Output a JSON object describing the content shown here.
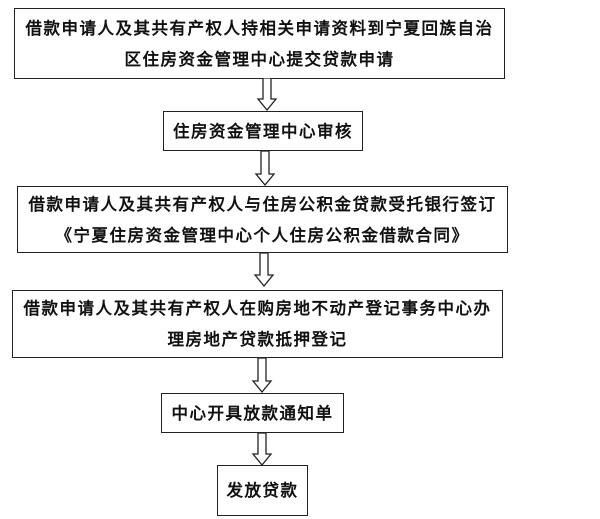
{
  "flowchart": {
    "steps": [
      {
        "lines": [
          "借款申请人及其共有产权人持相关申请资料到宁夏回族自治",
          "区住房资金管理中心提交贷款申请"
        ]
      },
      {
        "lines": [
          "住房资金管理中心审核"
        ]
      },
      {
        "lines": [
          "借款申请人及其共有产权人与住房公积金贷款受托银行签订",
          "《宁夏住房资金管理中心个人住房公积金借款合同》"
        ]
      },
      {
        "lines": [
          "借款申请人及其共有产权人在购房地不动产登记事务中心办",
          "理房地产贷款抵押登记"
        ]
      },
      {
        "lines": [
          "中心开具放款通知单"
        ]
      },
      {
        "lines": [
          "发放贷款"
        ]
      }
    ],
    "colors": {
      "line": "#222222",
      "background": "#ffffff"
    }
  }
}
